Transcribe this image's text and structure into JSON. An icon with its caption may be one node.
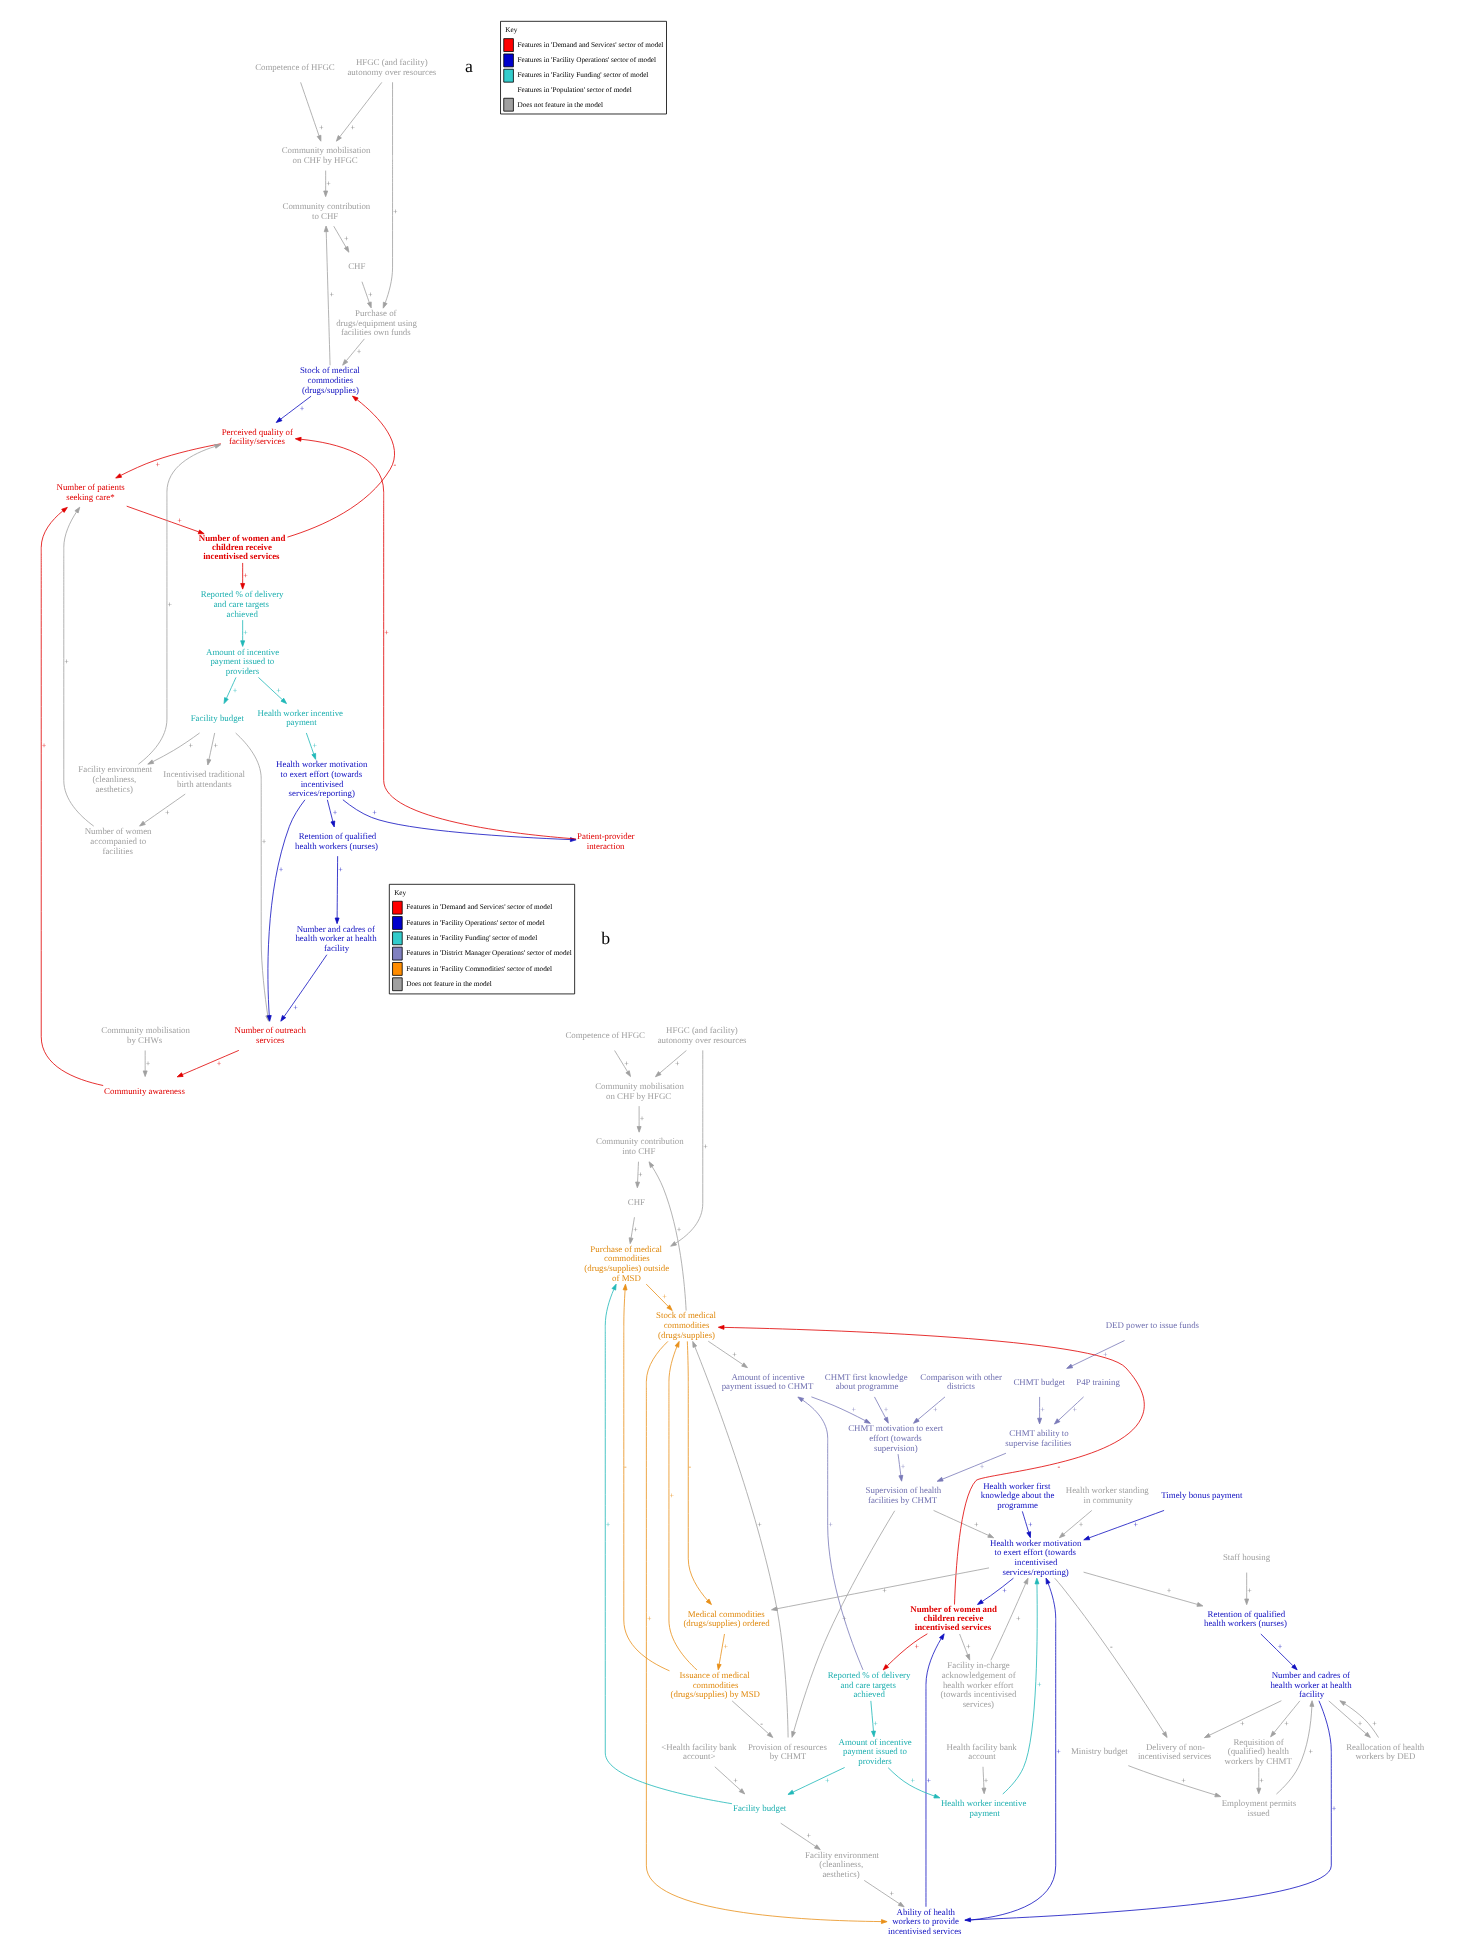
{
  "diagram": {
    "nodes": [
      {
        "text": [
          "Competence of HFGC"
        ]
      },
      {
        "text": [
          "Community mobilisation on CHF by HFGC"
        ]
      },
      {
        "text": [
          "Community contribution to CHF"
        ]
      },
      {
        "text": [
          "CHF"
        ]
      },
      {
        "text": [
          "HFGC (and facility) autonomy over resources"
        ]
      },
      {
        "text": [
          "Purchase of drugs/equipment using facilities own funds"
        ]
      },
      {
        "text": [
          "Stock of medical commodities (drugs/supplies)"
        ]
      },
      {
        "text": [
          "Perceived quality of facility/services"
        ]
      },
      {
        "text": [
          "Number of patients seeking care*"
        ]
      },
      {
        "text": [
          "Number of women and children receive incentivised services"
        ]
      },
      {
        "text": [
          "Reported % of delivery and care targets achieved"
        ]
      },
      {
        "text": [
          "Amount of incentive payment issued to providers"
        ]
      },
      {
        "text": [
          "Facility budget"
        ]
      },
      {
        "text": [
          "Health worker incentive payment"
        ]
      },
      {
        "text": [
          "Number of women accompanied to facilities"
        ]
      },
      {
        "text": [
          "Incentivised traditional birth attendants"
        ]
      },
      {
        "text": [
          "Facility environment (cleanliness, aesthetics)"
        ]
      },
      {
        "text": [
          "Health worker motivation to exert effort (towards incentivised services/reporting)"
        ]
      },
      {
        "text": [
          "Retention of qualified health workers (nurses)"
        ]
      },
      {
        "text": [
          "Number and cadres of health worker at health facility"
        ]
      },
      {
        "text": [
          "Number of outreach services"
        ]
      },
      {
        "text": [
          "Community awareness"
        ]
      },
      {
        "text": [
          "Community mobilisation by CHWs"
        ]
      },
      {
        "text": [
          "Patient-provider interaction"
        ]
      },
      {
        "text": [
          "Competence of HFGC"
        ]
      },
      {
        "text": [
          "HFGC (and facility) autonomy over resources"
        ]
      },
      {
        "text": [
          "Community mobilisation on CHF by HFGC"
        ]
      },
      {
        "text": [
          "CHF"
        ]
      },
      {
        "text": [
          "Purchase of medical commodities (drugs/supplies) outside of MSD"
        ]
      },
      {
        "text": [
          "Community contribution into CHF"
        ]
      },
      {
        "text": [
          "Provision of resources by CHMT"
        ]
      },
      {
        "text": [
          "P4P training"
        ]
      },
      {
        "text": [
          "CHMT ability to supervise facilities"
        ]
      },
      {
        "text": [
          "DED power to issue funds"
        ]
      },
      {
        "text": [
          "CHMT budget"
        ]
      },
      {
        "text": [
          "Supervision of health facilities by CHMT"
        ]
      },
      {
        "text": [
          "Issuance of medical commodities (drugs/supplies) by MSD"
        ]
      },
      {
        "text": [
          "Stock of medical commodities (drugs/supplies)"
        ]
      },
      {
        "text": [
          "Amount of incentive payment issued to CHMT"
        ]
      },
      {
        "text": [
          "CHMT motivation to exert effort (towards supervision)"
        ]
      },
      {
        "text": [
          "CHMT first knowledge about programme"
        ]
      },
      {
        "text": [
          "Comparison with other districts"
        ]
      },
      {
        "text": [
          "Ministry budget"
        ]
      },
      {
        "text": [
          "Medical commodities (drugs/supplies) ordered"
        ]
      },
      {
        "text": [
          "Employment permits issued"
        ]
      },
      {
        "text": [
          "Reported % of delivery and care targets achieved"
        ]
      },
      {
        "text": [
          "Number of women and children receive incentivised services"
        ]
      },
      {
        "text": [
          "Requisition of (qualified) health workers by CHMT"
        ]
      },
      {
        "text": [
          "Ability of health workers to provide incentivised services"
        ]
      },
      {
        "text": [
          "Amount of incentive payment issued to providers"
        ]
      },
      {
        "text": [
          "Number and cadres of health worker at health facility"
        ]
      },
      {
        "text": [
          "Delivery of non-incentivised services"
        ]
      },
      {
        "text": [
          "Facility in-charge acknowledgement of health worker effort (towards incentivised services)"
        ]
      },
      {
        "text": [
          "Reallocation of health workers by DED"
        ]
      },
      {
        "text": [
          "Staff housing"
        ]
      },
      {
        "text": [
          "Timely bonus payment"
        ]
      },
      {
        "text": [
          "Health worker motivation to exert effort (towards incentivised services/reporting)"
        ]
      },
      {
        "text": [
          "Retention of qualified health workers (nurses)"
        ]
      },
      {
        "text": [
          "Health worker first knowledge about the programme"
        ]
      },
      {
        "text": [
          "Health worker incentive payment"
        ]
      },
      {
        "text": [
          "Health facility bank account"
        ]
      },
      {
        "text": [
          "Health worker standing in community"
        ]
      },
      {
        "text": [
          "Facility environment (cleanliness, aesthetics)"
        ]
      },
      {
        "text": [
          "<Health facility bank account>"
        ]
      },
      {
        "text": [
          "Facility budget"
        ]
      }
    ],
    "edges": [
      {
        "from": 0,
        "to": 1,
        "arrow": "to",
        "label": "+"
      },
      {
        "from": 1,
        "to": 2,
        "arrow": "to",
        "label": "+"
      },
      {
        "from": 2,
        "to": 3,
        "arrow": "to",
        "label": "+"
      },
      {
        "from": 3,
        "to": 5,
        "arrow": "to",
        "label": "+"
      },
      {
        "from": 4,
        "to": 1,
        "arrow": "to",
        "label": "+"
      },
      {
        "from": 4,
        "to": 5,
        "arrow": "to",
        "label": "+"
      },
      {
        "from": 5,
        "to": 6,
        "arrow": "to",
        "label": "+"
      },
      {
        "from": 6,
        "to": 2,
        "arrow": "to",
        "label": "+"
      },
      {
        "from": 6,
        "to": 7,
        "arrow": "to",
        "label": "+",
        "color": "#1010c0"
      },
      {
        "from": 7,
        "to": 8,
        "arrow": "to",
        "label": "+",
        "color": "#e00000"
      },
      {
        "from": 8,
        "to": 9,
        "arrow": "to",
        "label": "+",
        "color": "#e00000"
      },
      {
        "from": 9,
        "to": 6,
        "arrow": "to",
        "label": "-",
        "color": "#e00000"
      },
      {
        "from": 9,
        "to": 10,
        "arrow": "to",
        "label": "+",
        "color": "#e00000"
      },
      {
        "from": 10,
        "to": 11,
        "arrow": "to",
        "label": "+",
        "color": "#20b8b8"
      },
      {
        "from": 11,
        "to": 12,
        "arrow": "to",
        "label": "+",
        "color": "#20b8b8"
      },
      {
        "from": 11,
        "to": 13,
        "arrow": "to",
        "label": "+",
        "color": "#20b8b8"
      },
      {
        "from": 12,
        "to": 15,
        "arrow": "to",
        "label": "+"
      },
      {
        "from": 12,
        "to": 16,
        "arrow": "to",
        "label": "+"
      },
      {
        "from": 12,
        "to": 20,
        "arrow": "to",
        "label": "+"
      },
      {
        "from": 13,
        "to": 17,
        "arrow": "to",
        "label": "+",
        "color": "#20b8b8"
      },
      {
        "from": 14,
        "to": 8,
        "arrow": "to",
        "label": "+"
      },
      {
        "from": 15,
        "to": 14,
        "arrow": "to",
        "label": "+"
      },
      {
        "from": 16,
        "to": 7,
        "arrow": "to",
        "label": "+"
      },
      {
        "from": 17,
        "to": 18,
        "arrow": "to",
        "label": "+",
        "color": "#1010c0"
      },
      {
        "from": 17,
        "to": 20,
        "arrow": "to",
        "label": "+",
        "color": "#1010c0"
      },
      {
        "from": 17,
        "to": 23,
        "arrow": "to",
        "label": "+",
        "color": "#1010c0"
      },
      {
        "from": 18,
        "to": 19,
        "arrow": "to",
        "label": "+",
        "color": "#1010c0"
      },
      {
        "from": 19,
        "to": 20,
        "arrow": "to",
        "label": "+",
        "color": "#1010c0"
      },
      {
        "from": 20,
        "to": 21,
        "arrow": "to",
        "label": "+",
        "color": "#e00000"
      },
      {
        "from": 21,
        "to": 8,
        "arrow": "to",
        "label": "+",
        "color": "#e00000"
      },
      {
        "from": 22,
        "to": 21,
        "arrow": "to",
        "label": "+"
      },
      {
        "from": 23,
        "to": 7,
        "arrow": "to",
        "label": "+",
        "color": "#e00000"
      },
      {
        "from": 24,
        "to": 26,
        "arrow": "to",
        "label": "+"
      },
      {
        "from": 25,
        "to": 26,
        "arrow": "to",
        "label": "+"
      },
      {
        "from": 25,
        "to": 28,
        "arrow": "to",
        "label": "+"
      },
      {
        "from": 26,
        "to": 29,
        "arrow": "to",
        "label": "+"
      },
      {
        "from": 27,
        "to": 28,
        "arrow": "to",
        "label": "+"
      },
      {
        "from": 28,
        "to": 37,
        "arrow": "to",
        "label": "+",
        "color": "#e8901a"
      },
      {
        "from": 29,
        "to": 27,
        "arrow": "to",
        "label": "+"
      },
      {
        "from": 30,
        "to": 37,
        "arrow": "to",
        "label": "+"
      },
      {
        "from": 31,
        "to": 32,
        "arrow": "to",
        "label": "+",
        "color": "#7a7ab8"
      },
      {
        "from": 32,
        "to": 35,
        "arrow": "to",
        "label": "+",
        "color": "#7a7ab8"
      },
      {
        "from": 33,
        "to": 34,
        "arrow": "to",
        "label": "+",
        "color": "#7a7ab8"
      },
      {
        "from": 34,
        "to": 32,
        "arrow": "to",
        "label": "+",
        "color": "#7a7ab8"
      },
      {
        "from": 35,
        "to": 30,
        "arrow": "to",
        "label": "+"
      },
      {
        "from": 35,
        "to": 56,
        "arrow": "to",
        "label": "+"
      },
      {
        "from": 36,
        "to": 28,
        "arrow": "to",
        "label": "-",
        "color": "#e8901a"
      },
      {
        "from": 36,
        "to": 30,
        "arrow": "to",
        "label": "-"
      },
      {
        "from": 36,
        "to": 37,
        "arrow": "to",
        "label": "+",
        "color": "#e8901a"
      },
      {
        "from": 37,
        "to": 29,
        "arrow": "to",
        "label": "+"
      },
      {
        "from": 37,
        "to": 38,
        "arrow": "to",
        "label": "+"
      },
      {
        "from": 37,
        "to": 43,
        "arrow": "to",
        "label": "-",
        "color": "#e8901a"
      },
      {
        "from": 37,
        "to": 48,
        "arrow": "to",
        "label": "+",
        "color": "#e8901a"
      },
      {
        "from": 38,
        "to": 39,
        "arrow": "to",
        "label": "+",
        "color": "#7a7ab8"
      },
      {
        "from": 39,
        "to": 35,
        "arrow": "to",
        "label": "+",
        "color": "#7a7ab8"
      },
      {
        "from": 40,
        "to": 39,
        "arrow": "to",
        "label": "+",
        "color": "#7a7ab8"
      },
      {
        "from": 41,
        "to": 39,
        "arrow": "to",
        "label": "+",
        "color": "#7a7ab8"
      },
      {
        "from": 42,
        "to": 44,
        "arrow": "to",
        "label": "+"
      },
      {
        "from": 43,
        "to": 36,
        "arrow": "to",
        "label": "+",
        "color": "#e8901a"
      },
      {
        "from": 44,
        "to": 50,
        "arrow": "to",
        "label": "+"
      },
      {
        "from": 45,
        "to": 38,
        "arrow": "to",
        "label": "+",
        "color": "#7a7ab8"
      },
      {
        "from": 45,
        "to": 49,
        "arrow": "to",
        "label": "+",
        "color": "#20b8b8"
      },
      {
        "from": 46,
        "to": 37,
        "arrow": "to",
        "label": "-",
        "color": "#e00000"
      },
      {
        "from": 46,
        "to": 45,
        "arrow": "to",
        "label": "+",
        "color": "#e00000"
      },
      {
        "from": 46,
        "to": 52,
        "arrow": "to",
        "label": "+"
      },
      {
        "from": 47,
        "to": 44,
        "arrow": "to",
        "label": "+"
      },
      {
        "from": 48,
        "to": 46,
        "arrow": "to",
        "label": "+",
        "color": "#1010c0"
      },
      {
        "from": 48,
        "to": 56,
        "arrow": "to",
        "label": "+",
        "color": "#1010c0"
      },
      {
        "from": 49,
        "to": 59,
        "arrow": "to",
        "label": "+",
        "color": "#20b8b8"
      },
      {
        "from": 49,
        "to": 64,
        "arrow": "to",
        "label": "+",
        "color": "#20b8b8"
      },
      {
        "from": 50,
        "to": 47,
        "arrow": "to",
        "label": "+"
      },
      {
        "from": 50,
        "to": 48,
        "arrow": "to",
        "label": "+",
        "color": "#1010c0"
      },
      {
        "from": 50,
        "to": 51,
        "arrow": "to",
        "label": "+"
      },
      {
        "from": 50,
        "to": 53,
        "arrow": "to",
        "label": "+"
      },
      {
        "from": 52,
        "to": 56,
        "arrow": "to",
        "label": "+"
      },
      {
        "from": 53,
        "to": 50,
        "arrow": "to",
        "label": "+"
      },
      {
        "from": 54,
        "to": 57,
        "arrow": "to",
        "label": "+"
      },
      {
        "from": 55,
        "to": 56,
        "arrow": "to",
        "label": "+",
        "color": "#1010c0"
      },
      {
        "from": 56,
        "to": 43,
        "arrow": "to",
        "label": "+"
      },
      {
        "from": 56,
        "to": 46,
        "arrow": "to",
        "label": "+",
        "color": "#1010c0"
      },
      {
        "from": 56,
        "to": 51,
        "arrow": "to",
        "label": "-"
      },
      {
        "from": 56,
        "to": 57,
        "arrow": "to",
        "label": "+"
      },
      {
        "from": 57,
        "to": 50,
        "arrow": "to",
        "label": "+",
        "color": "#1010c0"
      },
      {
        "from": 58,
        "to": 56,
        "arrow": "to",
        "label": "+",
        "color": "#1010c0"
      },
      {
        "from": 59,
        "to": 56,
        "arrow": "to",
        "label": "+",
        "color": "#20b8b8"
      },
      {
        "from": 60,
        "to": 59,
        "arrow": "to",
        "label": "+"
      },
      {
        "from": 61,
        "to": 56,
        "arrow": "to",
        "label": "+"
      },
      {
        "from": 62,
        "to": 48,
        "arrow": "to",
        "label": "+"
      },
      {
        "from": 63,
        "to": 64,
        "arrow": "to",
        "label": "+"
      },
      {
        "from": 64,
        "to": 28,
        "arrow": "to",
        "label": "+",
        "color": "#20b8b8"
      },
      {
        "from": 64,
        "to": 62,
        "arrow": "to",
        "label": "+"
      }
    ],
    "labels": [
      "a",
      "Key",
      "b",
      "Key"
    ],
    "legend": [
      {
        "text": "Features in 'Demand and Services' sector of model",
        "color": "#ff0000"
      },
      {
        "text": "Features in 'Facility Operations' sector of model",
        "color": "#0000cc"
      },
      {
        "text": "Features in 'Facility Funding' sector of model",
        "color": "#33cccc"
      },
      {
        "text": "Features in 'Population' sector of model"
      },
      {
        "text": "Does not feature in the model",
        "color": "#a0a0a0"
      },
      {
        "text": "Features in 'Demand and Services' sector of model",
        "color": "#ff0000"
      },
      {
        "text": "Features in 'Facility Operations' sector of model",
        "color": "#0000cc"
      },
      {
        "text": "Features in 'Facility Funding' sector of model",
        "color": "#33cccc"
      },
      {
        "text": "Features in 'District Manager Operations' sector of model",
        "color": "#8080c0"
      },
      {
        "text": "Features in 'Facility Commodities' sector of model",
        "color": "#ff8c00"
      },
      {
        "text": "Does not feature in the model",
        "color": "#a0a0a0"
      }
    ]
  }
}
